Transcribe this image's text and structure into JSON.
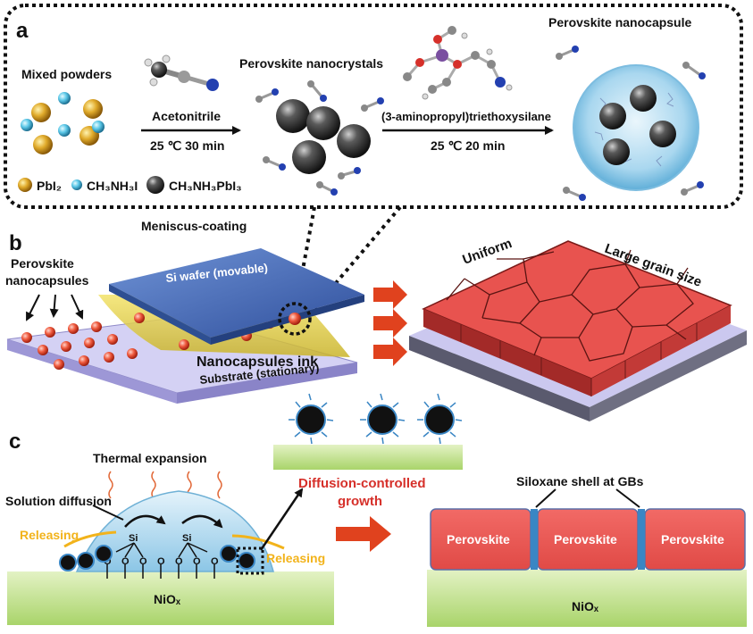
{
  "panel_a": {
    "letter": "a",
    "mixed_powders": "Mixed powders",
    "acetonitrile": "Acetonitrile",
    "cond1": "25 ℃  30 min",
    "nanocrystals": "Perovskite nanocrystals",
    "aptes": "(3-aminopropyl)triethoxysilane",
    "cond2": "25 ℃  20 min",
    "nanocapsule": "Perovskite nanocapsule",
    "legend_pbi2": "PbI₂",
    "legend_mai": "CH₃NH₃I",
    "legend_mapbi3": "CH₃NH₃PbI₃"
  },
  "panel_b": {
    "letter": "b",
    "meniscus": "Meniscus-coating",
    "nanocapsules_l1": "Perovskite",
    "nanocapsules_l2": "nanocapsules",
    "si_wafer": "Si wafer (movable)",
    "ink": "Nanocapsules ink",
    "substrate": "Substrate (stationary)",
    "uniform": "Uniform",
    "large_grain": "Large grain size"
  },
  "panel_c": {
    "letter": "c",
    "thermal": "Thermal expansion",
    "solution_diffusion": "Solution diffusion",
    "releasing_left": "Releasing",
    "releasing_right": "Releasing",
    "si1": "Si",
    "si2": "Si",
    "o": "O",
    "nio_left": "NiOₓ",
    "diffusion_l1": "Diffusion-controlled",
    "diffusion_l2": "growth",
    "siloxane": "Siloxane shell at GBs",
    "perovskite1": "Perovskite",
    "perovskite2": "Perovskite",
    "perovskite3": "Perovskite",
    "nio_right": "NiOₓ"
  },
  "colors": {
    "pbi2": "#d9a31c",
    "mai": "#5cc8e8",
    "mapbi3": "#3a3a3a",
    "perovskite": "#e8534f",
    "siloxane": "#3a86c4",
    "arrow": "#e0421e",
    "releasing": "#f2b31b",
    "nio": "#c7e39a",
    "wafer": "#4166b8",
    "substrate": "#b8b4e6"
  }
}
